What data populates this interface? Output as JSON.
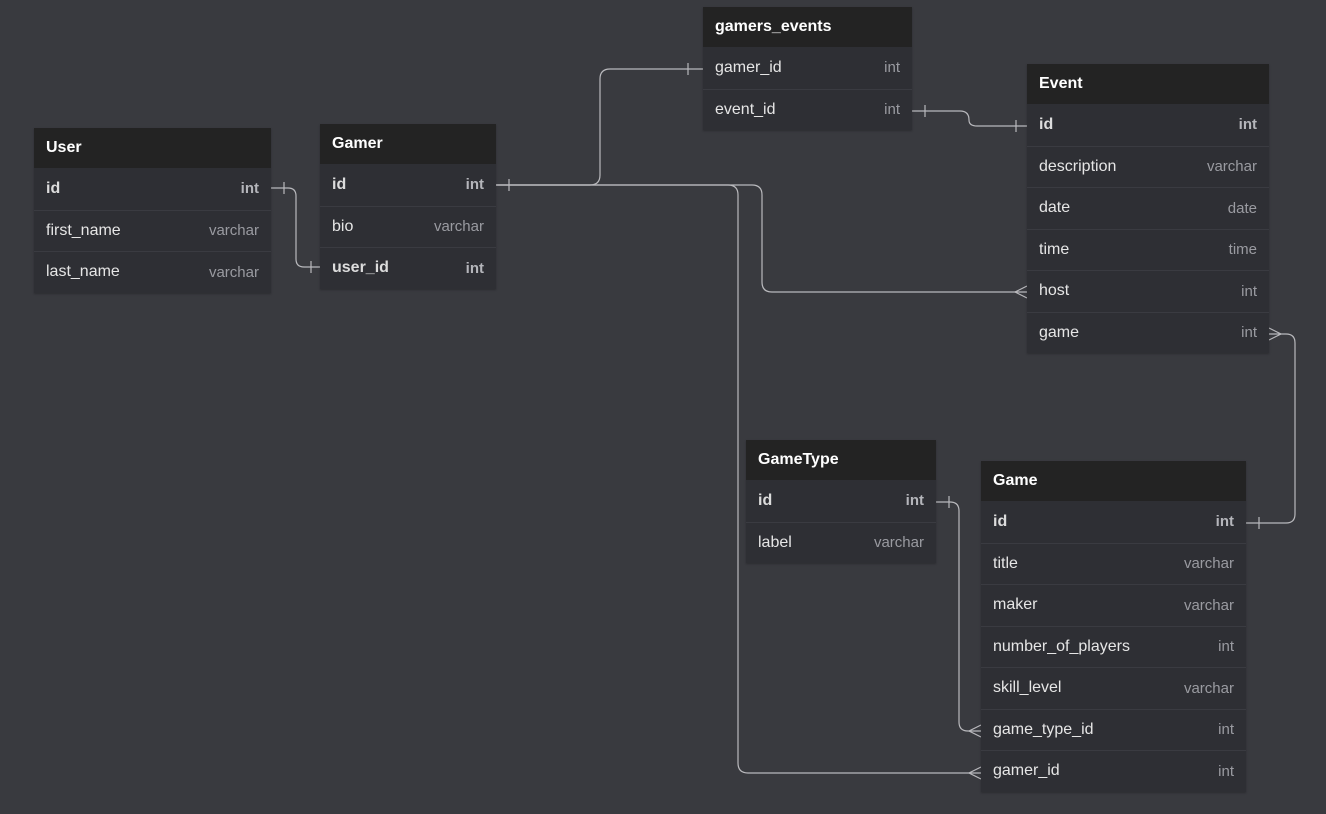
{
  "diagram": {
    "background": "#393a3f",
    "header_color": "#232323",
    "body_color": "#2e2f34",
    "connector_color": "#b9b9bd"
  },
  "tables": [
    {
      "key": "user",
      "name": "User",
      "fields": [
        {
          "name": "id",
          "type": "int",
          "pk": true
        },
        {
          "name": "first_name",
          "type": "varchar",
          "pk": false
        },
        {
          "name": "last_name",
          "type": "varchar",
          "pk": false
        }
      ]
    },
    {
      "key": "gamer",
      "name": "Gamer",
      "fields": [
        {
          "name": "id",
          "type": "int",
          "pk": true
        },
        {
          "name": "bio",
          "type": "varchar",
          "pk": false
        },
        {
          "name": "user_id",
          "type": "int",
          "pk": true
        }
      ]
    },
    {
      "key": "gamers_events",
      "name": "gamers_events",
      "fields": [
        {
          "name": "gamer_id",
          "type": "int",
          "pk": false
        },
        {
          "name": "event_id",
          "type": "int",
          "pk": false
        }
      ]
    },
    {
      "key": "event",
      "name": "Event",
      "fields": [
        {
          "name": "id",
          "type": "int",
          "pk": true
        },
        {
          "name": "description",
          "type": "varchar",
          "pk": false
        },
        {
          "name": "date",
          "type": "date",
          "pk": false
        },
        {
          "name": "time",
          "type": "time",
          "pk": false
        },
        {
          "name": "host",
          "type": "int",
          "pk": false
        },
        {
          "name": "game",
          "type": "int",
          "pk": false
        }
      ]
    },
    {
      "key": "gametype",
      "name": "GameType",
      "fields": [
        {
          "name": "id",
          "type": "int",
          "pk": true
        },
        {
          "name": "label",
          "type": "varchar",
          "pk": false
        }
      ]
    },
    {
      "key": "game",
      "name": "Game",
      "fields": [
        {
          "name": "id",
          "type": "int",
          "pk": true
        },
        {
          "name": "title",
          "type": "varchar",
          "pk": false
        },
        {
          "name": "maker",
          "type": "varchar",
          "pk": false
        },
        {
          "name": "number_of_players",
          "type": "int",
          "pk": false
        },
        {
          "name": "skill_level",
          "type": "varchar",
          "pk": false
        },
        {
          "name": "game_type_id",
          "type": "int",
          "pk": false
        },
        {
          "name": "gamer_id",
          "type": "int",
          "pk": false
        }
      ]
    }
  ],
  "relationships": [
    {
      "from": "User.id",
      "to": "Gamer.user_id",
      "from_end": "one",
      "to_end": "one"
    },
    {
      "from": "Gamer.id",
      "to": "gamers_events.gamer_id",
      "from_end": "one",
      "to_end": "one"
    },
    {
      "from": "gamers_events.event_id",
      "to": "Event.id",
      "from_end": "one",
      "to_end": "one"
    },
    {
      "from": "Gamer.id",
      "to": "Event.host",
      "from_end": "one",
      "to_end": "many"
    },
    {
      "from": "Gamer.id",
      "to": "Game.gamer_id",
      "from_end": "one",
      "to_end": "many"
    },
    {
      "from": "GameType.id",
      "to": "Game.game_type_id",
      "from_end": "one",
      "to_end": "many"
    },
    {
      "from": "Game.id",
      "to": "Event.game",
      "from_end": "one",
      "to_end": "many"
    }
  ]
}
